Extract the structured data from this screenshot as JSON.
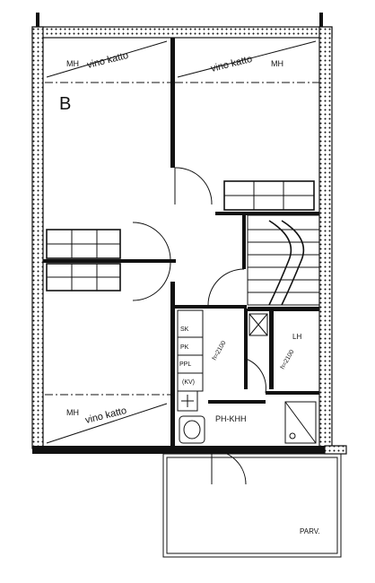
{
  "labels": {
    "mh_top_left": "MH",
    "vino_top_left": "vino katto",
    "vino_top_right": "vino katto",
    "mh_top_right": "MH",
    "apartment": "B",
    "mh_bottom": "MH",
    "vino_bottom": "vino katto",
    "sk": "SK",
    "pk": "PK",
    "ppl": "PPL",
    "kv": "(KV)",
    "h_left": "h=2100",
    "lh": "LH",
    "h_right": "h=2100",
    "ph_khh": "PH-KHH",
    "parv": "PARV."
  }
}
